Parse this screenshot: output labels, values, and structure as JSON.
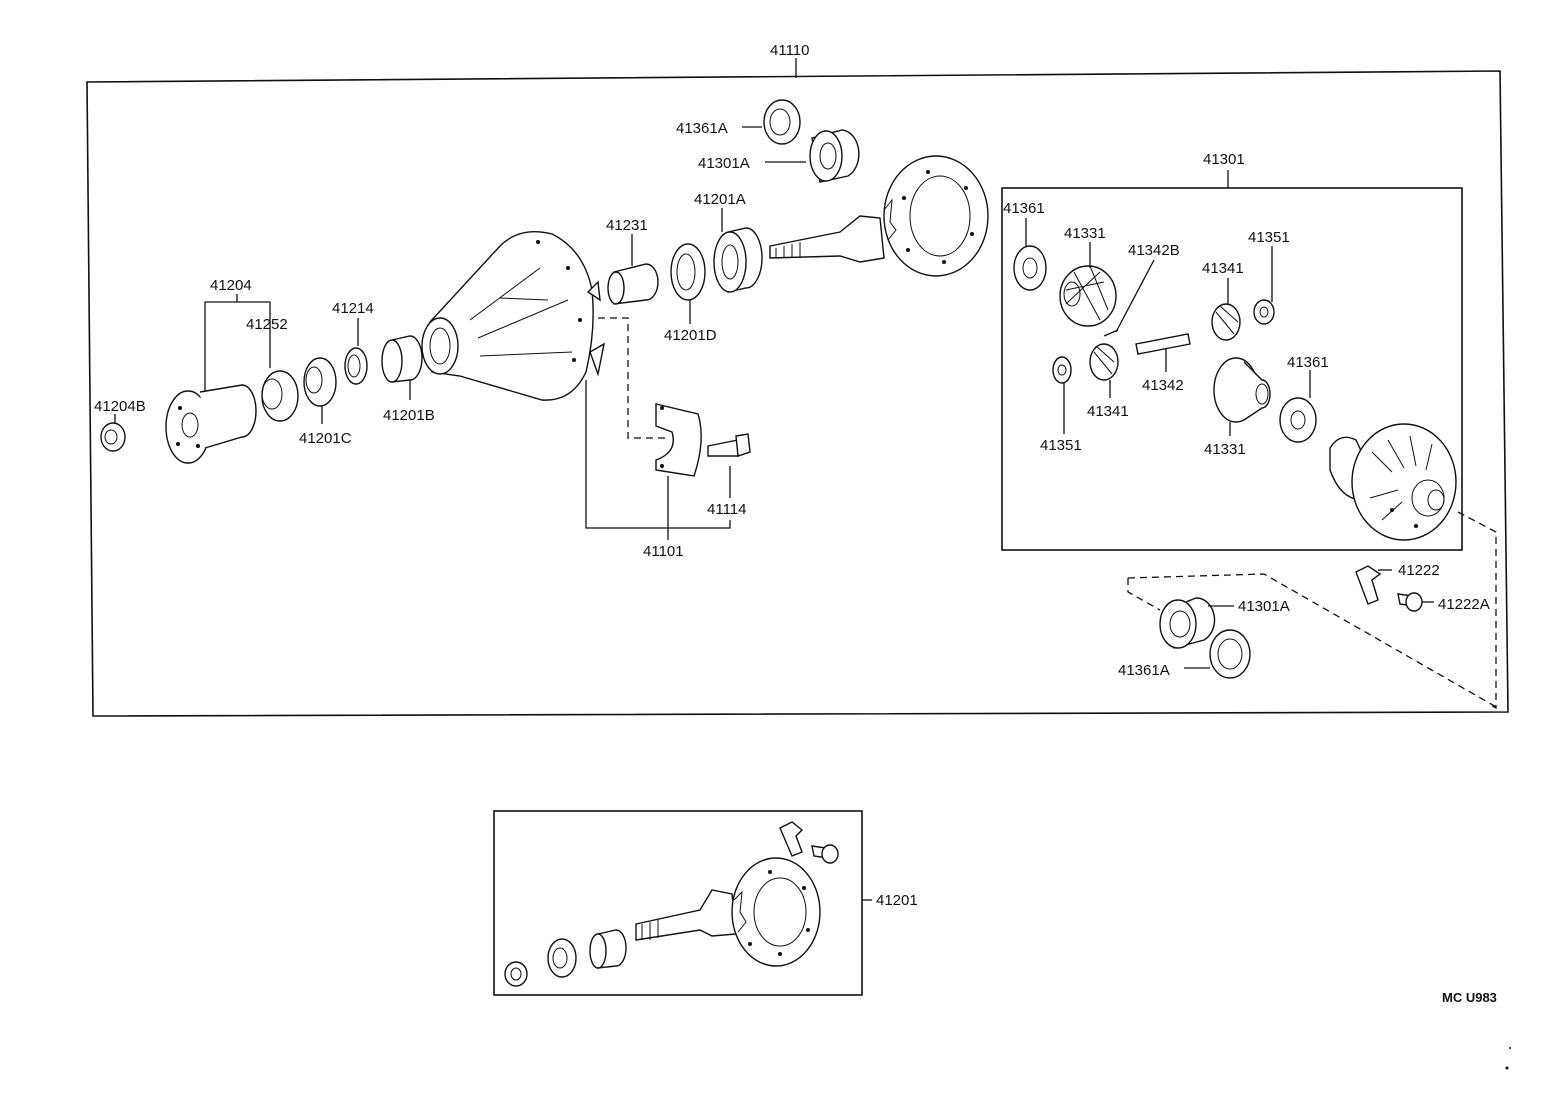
{
  "labels": {
    "l41110": "41110",
    "l41301": "41301",
    "l41361A_top": "41361A",
    "l41301A_top": "41301A",
    "l41201A": "41201A",
    "l41231": "41231",
    "l41201D": "41201D",
    "l41204": "41204",
    "l41252": "41252",
    "l41214": "41214",
    "l41204B": "41204B",
    "l41201C": "41201C",
    "l41201B": "41201B",
    "l41114": "41114",
    "l41101": "41101",
    "l41361_a": "41361",
    "l41331_a": "41331",
    "l41342B": "41342B",
    "l41351_a": "41351",
    "l41341_a": "41341",
    "l41342": "41342",
    "l41341_b": "41341",
    "l41351_b": "41351",
    "l41361_b": "41361",
    "l41331_b": "41331",
    "l41222": "41222",
    "l41222A": "41222A",
    "l41301A_bot": "41301A",
    "l41361A_bot": "41361A",
    "l41201": "41201",
    "code": "MC U983"
  }
}
